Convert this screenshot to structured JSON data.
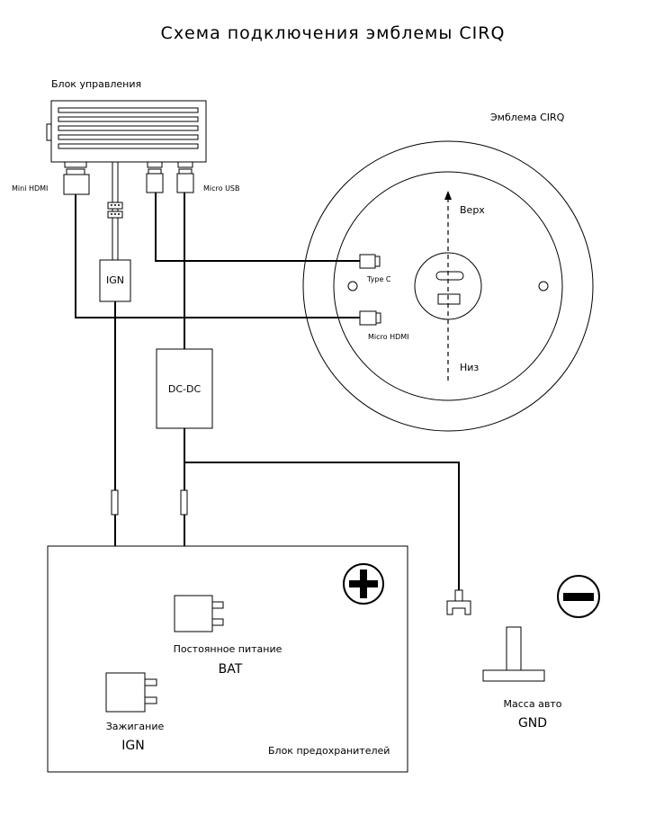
{
  "title": "Схема подключения эмблемы CIRQ",
  "control_unit": {
    "label": "Блок управления",
    "mini_hdmi_label": "Mini HDMI",
    "micro_usb_label": "Micro USB"
  },
  "ign_box_label": "IGN",
  "dcdc_label": "DC-DC",
  "emblem": {
    "label": "Эмблема CIRQ",
    "up_label": "Верх",
    "down_label": "Низ",
    "type_c_label": "Type C",
    "micro_hdmi_label": "Micro HDMI"
  },
  "fuse_block": {
    "label": "Блок предохранителей",
    "constant_power_label": "Постоянное питание",
    "bat_label": "BAT",
    "ignition_label": "Зажигание",
    "ign_label": "IGN"
  },
  "ground": {
    "label": "Масса авто",
    "gnd_label": "GND"
  }
}
